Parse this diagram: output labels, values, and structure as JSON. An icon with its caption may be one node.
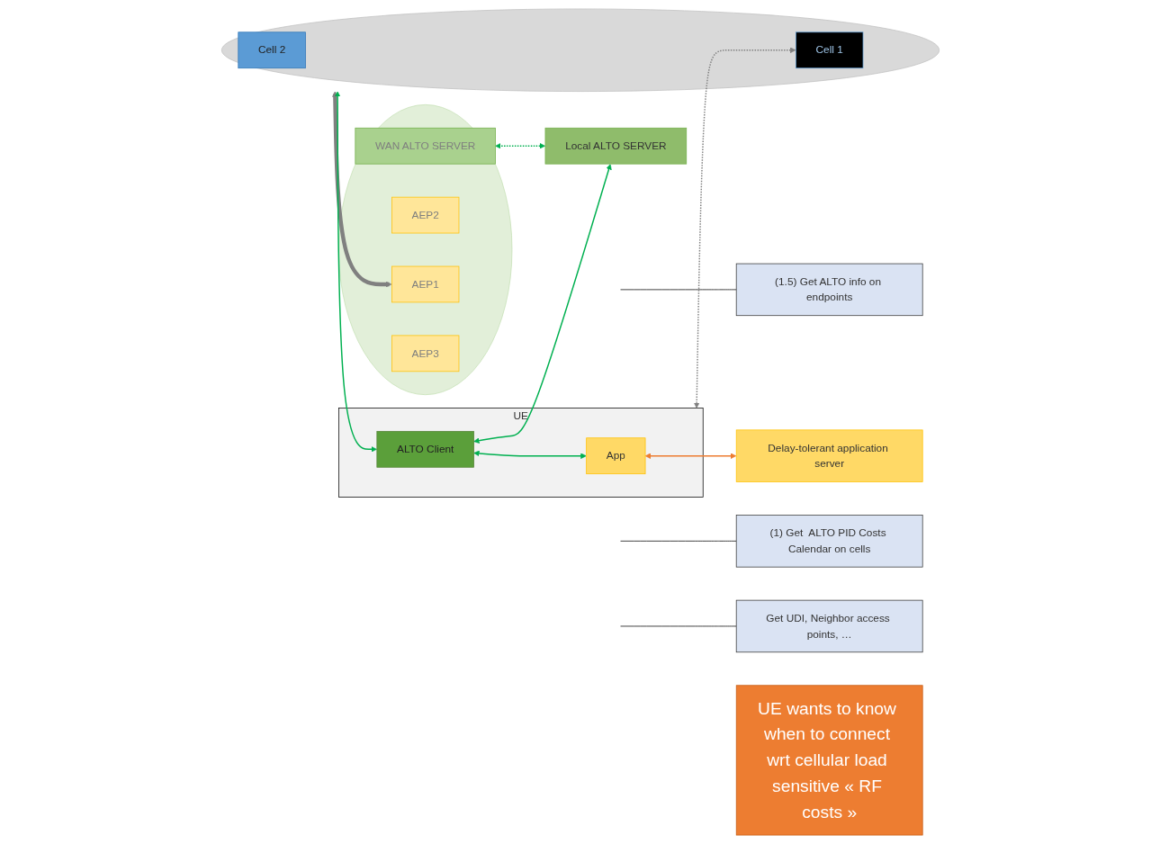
{
  "diagram": {
    "nodes": [
      {
        "text": [],
        "shape": "ellipse"
      },
      {
        "text": [
          "WAN ALTO SERVER"
        ],
        "in": 0
      },
      {
        "text": [
          "AEP2"
        ],
        "in": 0
      },
      {
        "text": [
          "AEP1"
        ],
        "in": 0
      },
      {
        "text": [
          "AEP3"
        ],
        "in": 0
      },
      {
        "text": [
          "(1.5) Get ALTO info on endpoints"
        ]
      },
      {
        "text": [
          "Delay-tolerant application server"
        ]
      },
      {
        "text": [],
        "shape": "ellipse"
      },
      {
        "text": [
          "Cell 2"
        ],
        "in": 7
      },
      {
        "text": [
          "Cell 1"
        ],
        "in": 7
      },
      {
        "text": [
          "Local ALTO SERVER"
        ]
      },
      {
        "text": [
          "UE"
        ]
      },
      {
        "text": [
          "App"
        ],
        "in": 11
      },
      {
        "text": [
          "ALTO Client"
        ],
        "in": 11
      },
      {
        "text": [
          "(1) Get  ALTO PID Costs Calendar on cells"
        ]
      },
      {
        "text": [
          "Get UDI, Neighbor access points, …"
        ]
      },
      {
        "text": [
          "UE wants to know when to connect wrt cellular load sensitive « RF costs »"
        ]
      }
    ],
    "edges": [
      {
        "from": 10,
        "to": 1,
        "arrow": "both",
        "style": "dashed"
      },
      {
        "from": 5,
        "to": null,
        "arrow": "none",
        "color": "#000000"
      },
      {
        "from": 3,
        "to": 7,
        "arrow": "both",
        "style": "thick",
        "color": "#808080"
      },
      {
        "from": 9,
        "to": 11,
        "arrow": "both",
        "style": "dashed",
        "color": "#808080"
      },
      {
        "from": 6,
        "to": 12,
        "arrow": "both",
        "color": "#ed7d31"
      },
      {
        "from": 10,
        "to": 13,
        "arrow": "both"
      },
      {
        "from": 12,
        "to": 13,
        "arrow": "both"
      },
      {
        "from": 13,
        "to": 7,
        "arrow": "both"
      },
      {
        "from": 14,
        "to": null,
        "arrow": "none",
        "color": "#000000"
      },
      {
        "from": 15,
        "to": null,
        "arrow": "none",
        "color": "#000000"
      }
    ]
  }
}
